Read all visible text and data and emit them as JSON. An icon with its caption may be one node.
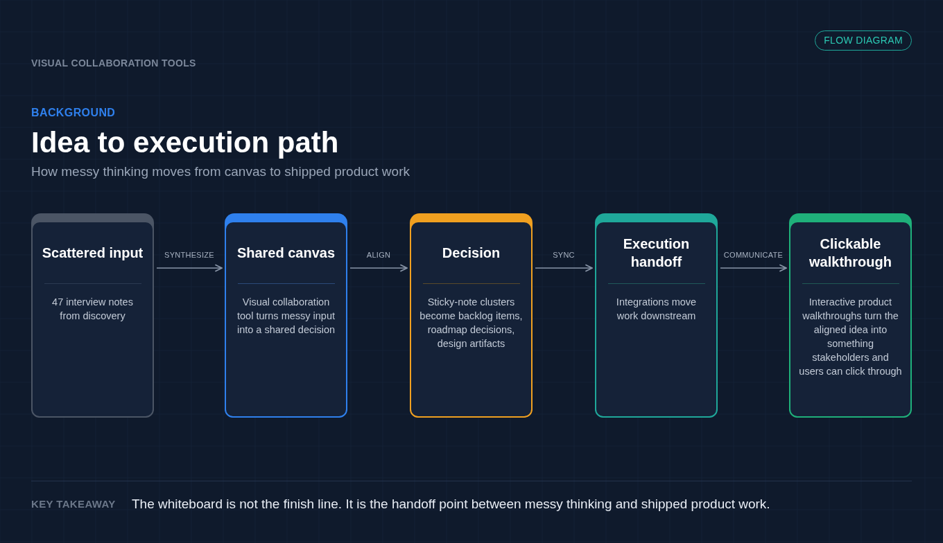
{
  "diagram": {
    "title": "Idea to execution path",
    "nodes": [
      {
        "text": [
          "Scattered input",
          "47 interview notes from discovery"
        ]
      },
      {
        "text": [
          "Shared canvas",
          "Visual collaboration tool turns messy input into a shared decision"
        ]
      },
      {
        "text": [
          "Decision",
          "Sticky-note clusters become backlog items, roadmap decisions, design artifacts"
        ]
      },
      {
        "text": [
          "Execution handoff",
          "Integrations move work downstream"
        ]
      },
      {
        "text": [
          "Clickable walkthrough",
          "Interactive product walkthroughs turn the aligned idea into something stakeholders and users can click through"
        ]
      }
    ],
    "edges": [
      {
        "from": 0,
        "to": 1,
        "arrow": "to",
        "label": "SYNTHESIZE"
      },
      {
        "from": 1,
        "to": 2,
        "arrow": "to",
        "label": "ALIGN"
      },
      {
        "from": 2,
        "to": 3,
        "arrow": "to",
        "label": "SYNC"
      },
      {
        "from": 3,
        "to": 4,
        "arrow": "to",
        "label": "COMMUNICATE"
      }
    ],
    "labels": [
      "FLOW DIAGRAM",
      "VISUAL COLLABORATION TOOLS",
      "BACKGROUND",
      "How messy thinking moves from canvas to shipped product work",
      "KEY TAKEAWAY",
      "The whiteboard is not the finish line. It is the handoff point between messy thinking and shipped product work."
    ]
  }
}
